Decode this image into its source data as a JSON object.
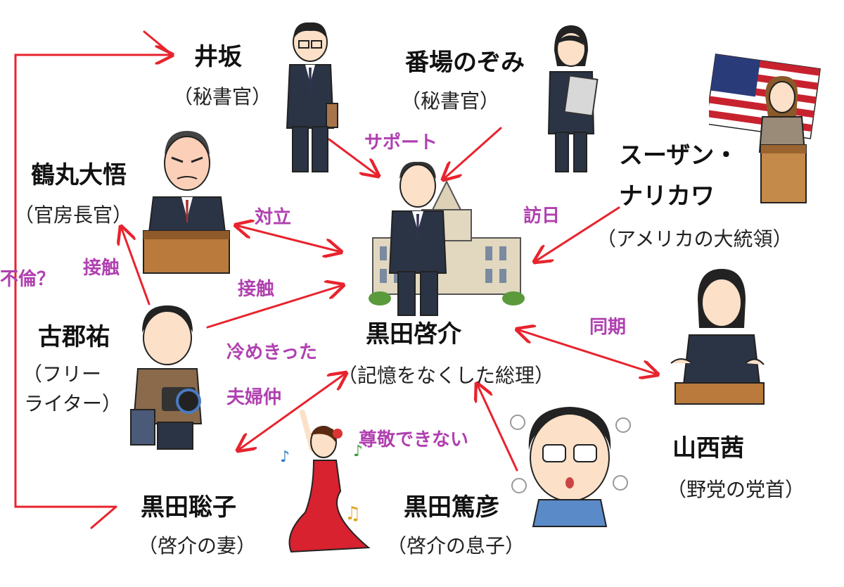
{
  "colors": {
    "arrow": "#e8232d",
    "relation_text": "#b040b0",
    "name_text": "#111111"
  },
  "people": {
    "isaka": {
      "name": "井坂",
      "role": "（秘書官）"
    },
    "banba": {
      "name": "番場のぞみ",
      "role": "（秘書官）"
    },
    "tsurumaru": {
      "name": "鶴丸大悟",
      "role": "（官房長官）"
    },
    "susan": {
      "name_line1": "スーザン・",
      "name_line2": "ナリカワ",
      "role": "（アメリカの大統領）"
    },
    "keisuke": {
      "name": "黒田啓介",
      "role": "（記憶をなくした総理）"
    },
    "koori": {
      "name": "古郡祐",
      "role_line1": "（フリー",
      "role_line2": "ライター）"
    },
    "yamanishi": {
      "name": "山西茜",
      "role": "（野党の党首）"
    },
    "satoko": {
      "name": "黒田聡子",
      "role": "（啓介の妻）"
    },
    "atsuhiko": {
      "name": "黒田篤彦",
      "role": "（啓介の息子）"
    }
  },
  "relations": {
    "support": "サポート",
    "conflict": "対立",
    "visit": "訪日",
    "contact1": "接触",
    "contact2": "接触",
    "affair": "不倫？",
    "peer": "同期",
    "cold_line1": "冷めきった",
    "cold_line2": "夫婦仲",
    "no_respect": "尊敬できない"
  },
  "icons": [
    "secretary-man-icon",
    "secretary-woman-icon",
    "chief-cabinet-secretary-icon",
    "us-president-icon",
    "prime-minister-icon",
    "diet-building-icon",
    "freelance-writer-icon",
    "opposition-leader-icon",
    "flamenco-wife-icon",
    "son-glasses-icon"
  ]
}
